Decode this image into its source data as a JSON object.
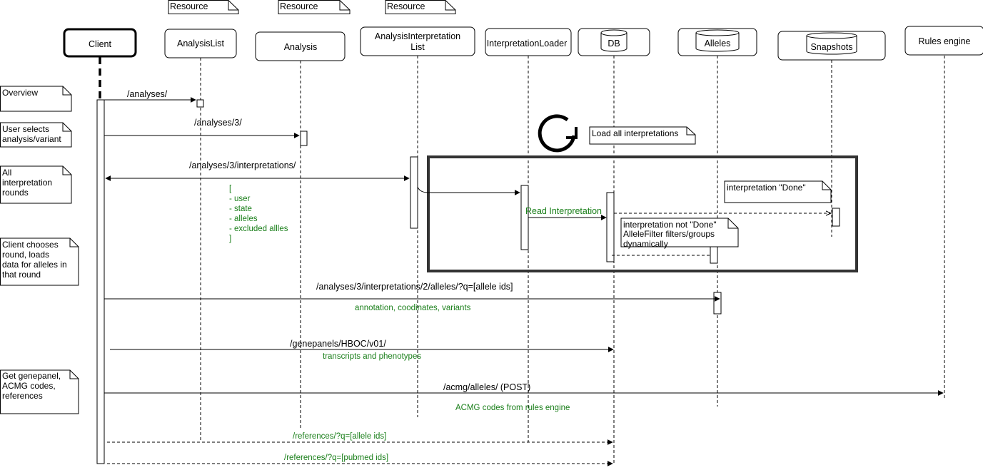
{
  "resource_tag": "Resource",
  "participants": {
    "client": "Client",
    "analysis_list": "AnalysisList",
    "analysis": "Analysis",
    "interp_list_1": "AnalysisInterpretation",
    "interp_list_2": "List",
    "loader": "InterpretationLoader",
    "db": "DB",
    "alleles": "Alleles",
    "snapshots": "Snapshots",
    "rules": "Rules engine"
  },
  "side_notes": {
    "overview": [
      "Overview"
    ],
    "user_selects": [
      "User selects",
      "analysis/variant"
    ],
    "all_rounds": [
      "All",
      "interpretation",
      "rounds"
    ],
    "client_chooses": [
      "Client chooses",
      " round, loads",
      "data for alleles in",
      "that round"
    ],
    "get_genepanel": [
      "Get genepanel,",
      "ACMG codes,",
      "references"
    ]
  },
  "messages": {
    "analyses": "/analyses/",
    "analyses_3": "/analyses/3/",
    "interpretations": "/analyses/3/interpretations/",
    "read_interpretation": "Read Interpretation",
    "alleles_query": "/analyses/3/interpretations/2/alleles/?q=[allele ids]",
    "genepanels": "/genepanels/HBOC/v01/",
    "acmg": "/acmg/alleles/  (POST)",
    "refs_alleles": "/references/?q=[allele ids]",
    "refs_pubmed": "/references/?q=[pubmed ids]"
  },
  "returns": {
    "interp_fields": [
      "[",
      "- user",
      "- state",
      "- alleles",
      "- excluded allles",
      "]"
    ],
    "annotation": "annotation, coodinates, variants",
    "transcripts": "transcripts and phenotypes",
    "acmg_codes": "ACMG codes from rules engine"
  },
  "loop_notes": {
    "load_all": "Load all interpretations",
    "done": "interpretation \"Done\"",
    "not_done": [
      "interpretation not \"Done\"",
      "AlleleFilter filters/groups",
      "dynamically"
    ]
  },
  "colors": {
    "line": "#000000",
    "return_text": "#1a7f1a",
    "background": "#ffffff"
  }
}
